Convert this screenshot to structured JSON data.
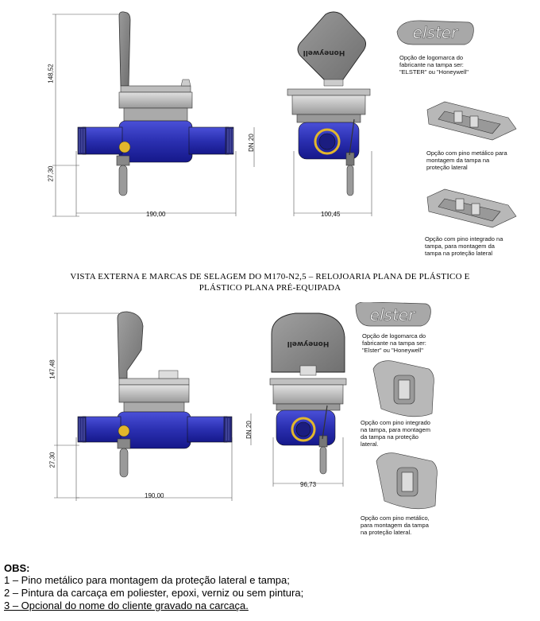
{
  "top": {
    "dims": {
      "height_total": "148,52",
      "height_lower": "27,30",
      "length": "190,00",
      "width": "100,45",
      "dn": "DN 20"
    },
    "lid_brand": "Honeywell",
    "logo_option": "elster",
    "note_logo": [
      "Opção de logomarca do",
      "fabricante na tampa ser:",
      "\"ELSTER\" ou \"Honeywell\""
    ],
    "note_metal_pin": [
      "Opção com pino metálico para",
      "montagem da tampa na",
      "proteção lateral"
    ],
    "note_integrated_pin": [
      "Opção com pino integrado na",
      "tampa, para montagem da",
      "tampa na proteção lateral"
    ]
  },
  "caption": {
    "line1": "VISTA EXTERNA E MARCAS DE SELAGEM DO M170-N2,5 – RELOJOARIA PLANA DE PLÁSTICO E",
    "line2": "PLÁSTICO PLANA PRÉ-EQUIPADA"
  },
  "bottom": {
    "dims": {
      "height_total": "147,48",
      "height_lower": "27,30",
      "length": "190,00",
      "width": "96,73",
      "dn": "DN 20"
    },
    "lid_brand": "Honeywell",
    "logo_option": "elster",
    "note_logo": [
      "Opção de logomarca do",
      "fabricante na tampa ser:",
      "\"Elster\" ou \"Honeywell\""
    ],
    "note_integrated_pin": [
      "Opção com pino integrado",
      "na tampa, para montagem",
      "da tampa na proteção",
      "lateral."
    ],
    "note_metal_pin": [
      "Opção com pino metálico,",
      "para montagem da tampa",
      "na proteção lateral."
    ]
  },
  "obs": {
    "title": "OBS:",
    "items": [
      "1 – Pino metálico para montagem da proteção lateral e tampa;",
      "2 – Pintura da carcaça em poliester, epoxi, verniz ou sem pintura;",
      "3 – Opcional do nome do cliente gravado na carcaça."
    ]
  },
  "colors": {
    "body_blue": "#2a2fb0",
    "body_blue_dark": "#15188a",
    "gray_lid": "#8c8c8c",
    "gray_light": "#c8c8c8"
  }
}
